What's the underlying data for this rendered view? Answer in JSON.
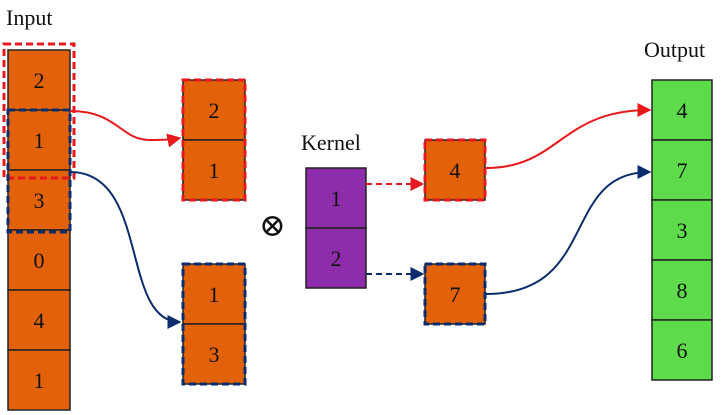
{
  "labels": {
    "input": "Input",
    "kernel": "Kernel",
    "output": "Output",
    "operator": "⊗"
  },
  "input_values": [
    "2",
    "1",
    "3",
    "0",
    "4",
    "1"
  ],
  "window_top_values": [
    "2",
    "1"
  ],
  "window_bottom_values": [
    "1",
    "3"
  ],
  "kernel_values": [
    "1",
    "2"
  ],
  "product_values": [
    "4",
    "7"
  ],
  "output_values": [
    "4",
    "7",
    "3",
    "8",
    "6"
  ],
  "colors": {
    "input_fill": "#E36209",
    "kernel_fill": "#8E2DAA",
    "output_fill": "#5EDB4A",
    "red_highlight": "#E8191C",
    "blue_highlight": "#0B2D6E",
    "cell_border": "#222222"
  }
}
